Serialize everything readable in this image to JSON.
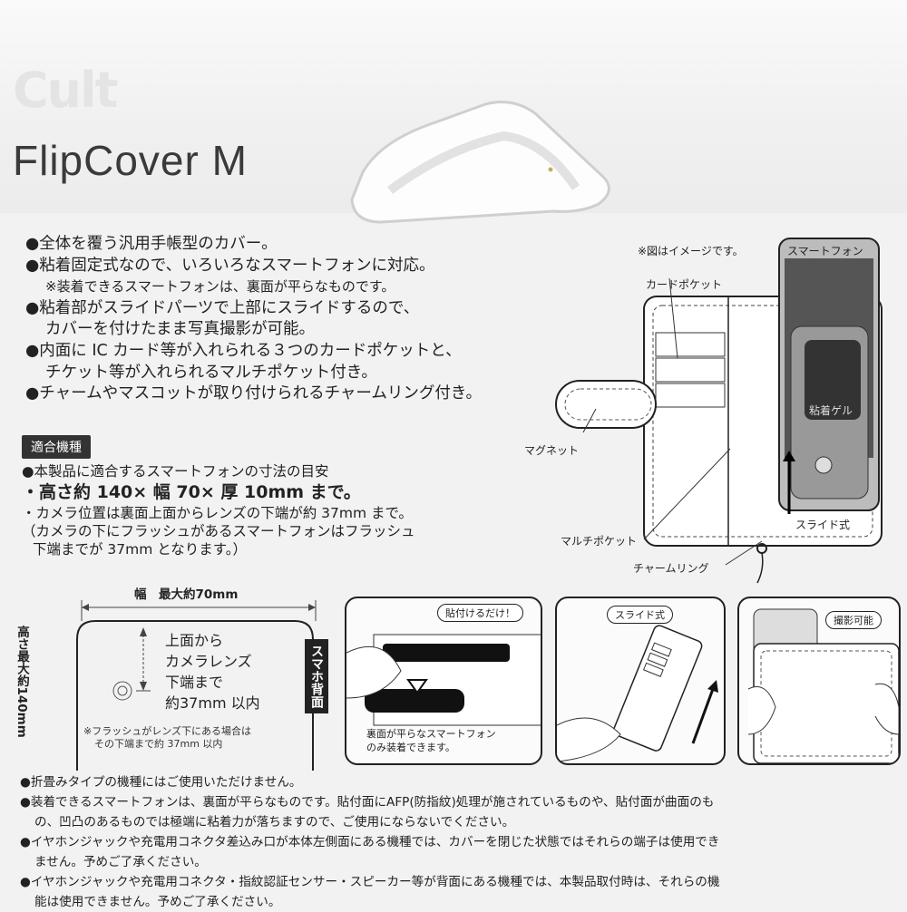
{
  "header": {
    "brand_faded": "Cult",
    "product_title": "FlipCover M"
  },
  "features": [
    "●全体を覆う汎用手帳型のカバー。",
    "●粘着固定式なので、いろいろなスマートフォンに対応。",
    "※装着できるスマートフォンは、裏面が平らなものです。",
    "●粘着部がスライドパーツで上部にスライドするので、",
    "カバーを付けたまま写真撮影が可能。",
    "●内面に IC カード等が入れられる３つのカードポケットと、",
    "チケット等が入れられるマルチポケット付き。",
    "●チャームやマスコットが取り付けられるチャームリング付き。"
  ],
  "diagram": {
    "image_note": "※図はイメージです。",
    "card_pocket": "カードポケット",
    "smartphone": "スマートフォン",
    "adhesive_gel": "粘着ゲル",
    "magnet": "マグネット",
    "slide_type": "スライド式",
    "multi_pocket": "マルチポケット",
    "charm_ring": "チャームリング"
  },
  "compat": {
    "tag": "適合機種",
    "line1": "●本製品に適合するスマートフォンの寸法の目安",
    "line2": "・高さ約 140× 幅 70× 厚 10mm まで。",
    "line3": "・カメラ位置は裏面上面からレンズの下端が約 37mm まで。",
    "line4": "（カメラの下にフラッシュがあるスマートフォンはフラッシュ",
    "line5": "下端までが 37mm となります。）"
  },
  "dimension": {
    "width_label": "幅　最大約70mm",
    "height_label": "高さ最大約140mm",
    "camera_line1": "上面から",
    "camera_line2": "カメラレンズ",
    "camera_line3": "下端まで",
    "camera_line4": "約37mm 以内",
    "back_label": "スマホ背面",
    "flash_note1": "※フラッシュがレンズ下にある場合は",
    "flash_note2": "その下端まで約 37mm 以内"
  },
  "panels": {
    "p1_badge": "貼付けるだけ！",
    "p1_caption1": "裏面が平らなスマートフォン",
    "p1_caption2": "のみ装着できます。",
    "p2_badge": "スライド式",
    "p3_badge": "撮影可能"
  },
  "cautions": [
    "●折畳みタイプの機種にはご使用いただけません。",
    "●装着できるスマートフォンは、裏面が平らなものです。貼付面にAFP(防指紋)処理が施されているものや、貼付面が曲面のも",
    "の、凹凸のあるものでは極端に粘着力が落ちますので、ご使用にならないでください。",
    "●イヤホンジャックや充電用コネクタ差込み口が本体左側面にある機種では、カバーを閉じた状態ではそれらの端子は使用でき",
    "ません。予めご了承ください。",
    "●イヤホンジャックや充電用コネクタ・指紋認証センサー・スピーカー等が背面にある機種では、本製品取付時は、それらの機",
    "能は使用できません。予めご了承ください。"
  ]
}
